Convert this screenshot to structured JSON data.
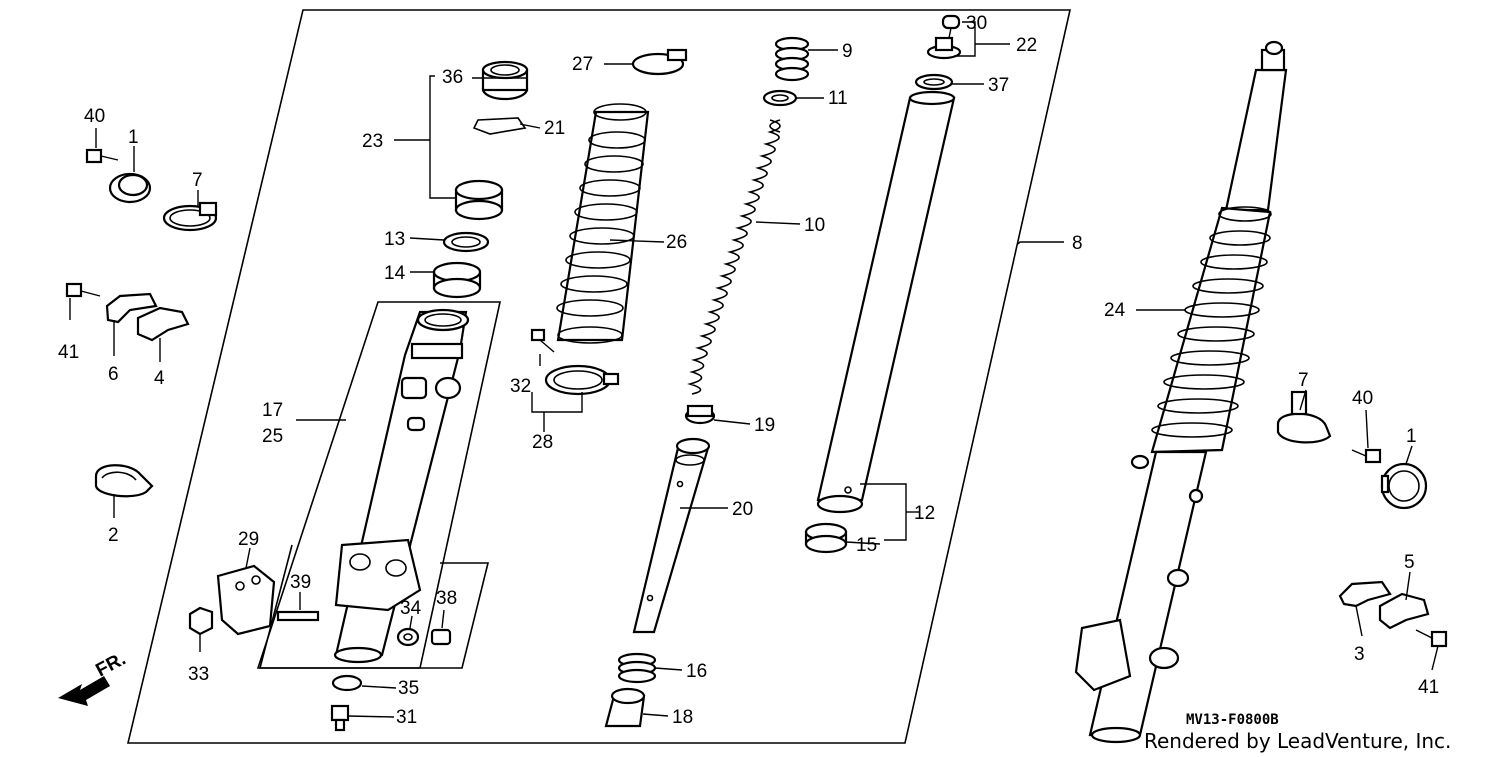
{
  "diagram": {
    "part_labels": {
      "p1": "1",
      "p2": "2",
      "p3": "3",
      "p4": "4",
      "p5": "5",
      "p6": "6",
      "p7": "7",
      "p8": "8",
      "p9": "9",
      "p10": "10",
      "p11": "11",
      "p12": "12",
      "p13": "13",
      "p14": "14",
      "p15": "15",
      "p16": "16",
      "p17": "17",
      "p18": "18",
      "p19": "19",
      "p20": "20",
      "p21": "21",
      "p22": "22",
      "p23": "23",
      "p24": "24",
      "p25": "25",
      "p26": "26",
      "p27": "27",
      "p28": "28",
      "p29": "29",
      "p30": "30",
      "p31": "31",
      "p32": "32",
      "p33": "33",
      "p34": "34",
      "p35": "35",
      "p36": "36",
      "p37": "37",
      "p38": "38",
      "p39": "39",
      "p40": "40",
      "p41": "41"
    },
    "direction_label": "FR.",
    "diagram_code": "MV13-F0800B",
    "credit": "Rendered by LeadVenture, Inc."
  }
}
